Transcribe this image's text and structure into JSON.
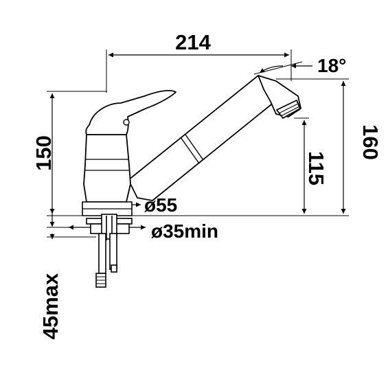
{
  "drawing": {
    "dimensions": {
      "spout_reach": "214",
      "spout_angle": "18°",
      "total_height": "150",
      "height_alt": "160",
      "spout_height": "115",
      "base_diameter": "ø55",
      "hole_diameter": "ø35min",
      "max_thickness": "45max"
    },
    "colors": {
      "line": "#000000",
      "background": "#ffffff"
    }
  }
}
